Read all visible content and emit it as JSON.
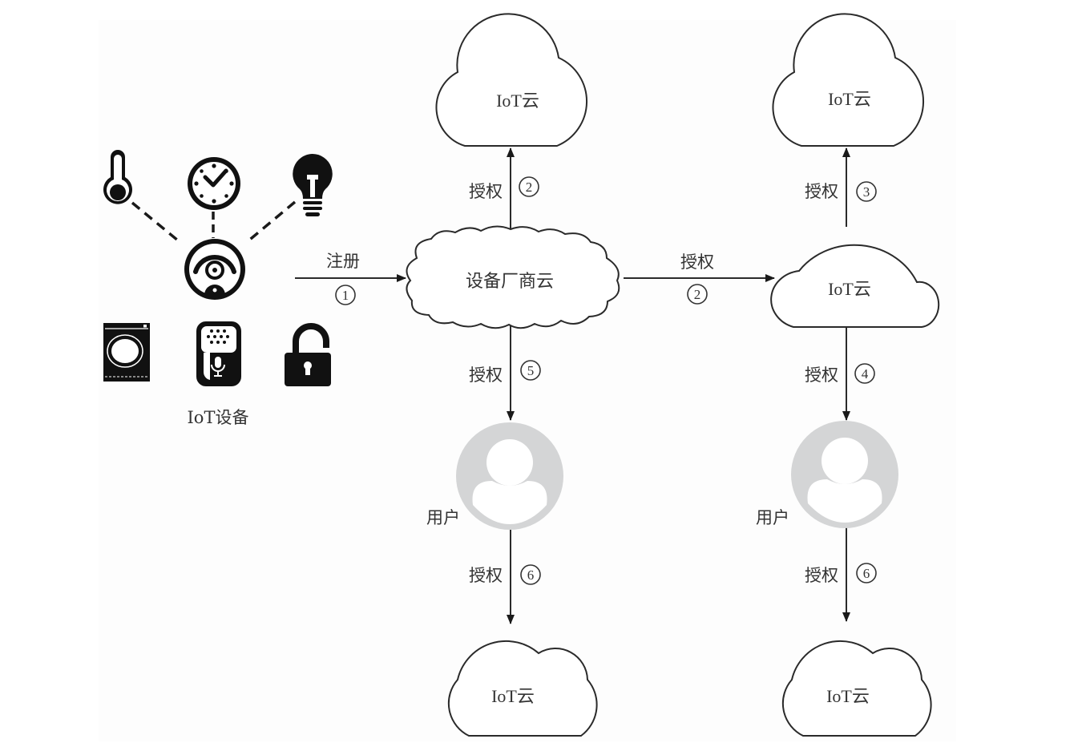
{
  "diagram": {
    "devices": {
      "label": "IoT设备",
      "icons": [
        "thermometer-icon",
        "clock-icon",
        "lightbulb-icon",
        "hub-device-icon",
        "washing-machine-icon",
        "voice-speaker-icon",
        "unlocked-padlock-icon"
      ]
    },
    "nodes": {
      "vendor_cloud": "设备厂商云",
      "top_mid_cloud": "IoT云",
      "top_right_cloud": "IoT云",
      "mid_right_cloud": "IoT云",
      "bottom_mid_cloud": "IoT云",
      "bottom_right_cloud": "IoT云",
      "user_mid": "用户",
      "user_right": "用户"
    },
    "edges": {
      "register": {
        "label": "注册",
        "step": "1"
      },
      "vendor_to_top": {
        "label": "授权",
        "step": "2"
      },
      "vendor_to_right": {
        "label": "授权",
        "step": "2"
      },
      "right_to_top": {
        "label": "授权",
        "step": "3"
      },
      "right_to_user": {
        "label": "授权",
        "step": "4"
      },
      "vendor_to_user": {
        "label": "授权",
        "step": "5"
      },
      "user_mid_to_cloud": {
        "label": "授权",
        "step": "6"
      },
      "user_right_to_cloud": {
        "label": "授权",
        "step": "6"
      }
    }
  }
}
